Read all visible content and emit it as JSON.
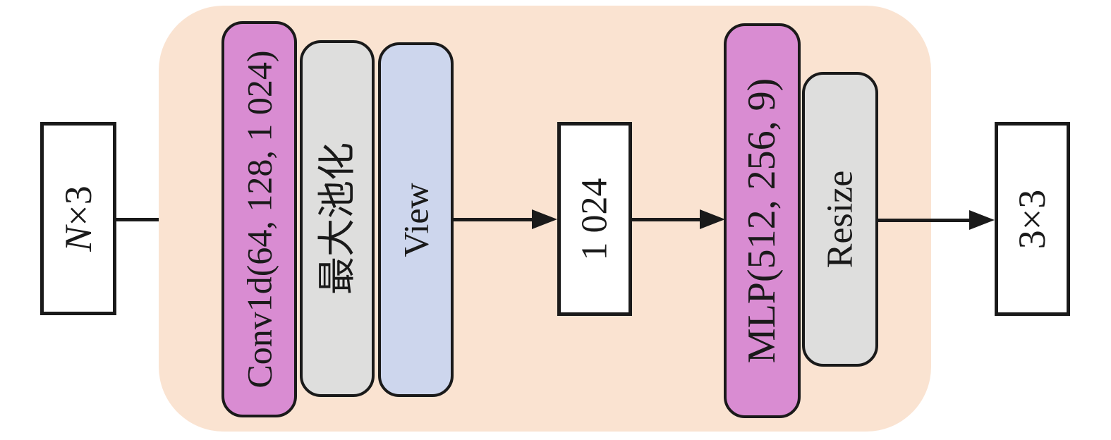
{
  "colors": {
    "container-bg": "#fae3d1",
    "conv-bg": "#d98cd2",
    "pool-bg": "#dededd",
    "view-bg": "#cdd6ed",
    "box-bg": "#ffffff",
    "stroke": "#1a1a1a"
  },
  "diagram": {
    "input_box": {
      "variable": "N",
      "suffix": "×3"
    },
    "tnet": {
      "conv_block": "Conv1d(64, 128, 1 024)",
      "maxpool_block": "最大池化",
      "view_block": "View",
      "mlp_block": "MLP(512, 256, 9)",
      "resize_block": "Resize"
    },
    "feature_box": "1 024",
    "output_box": "3×3"
  }
}
